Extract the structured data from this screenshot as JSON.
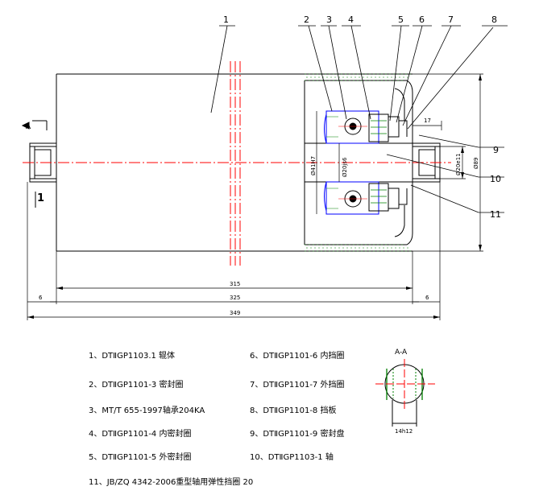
{
  "diagram": {
    "part_numbers": [
      "1",
      "2",
      "3",
      "4",
      "5",
      "6",
      "7",
      "8",
      "9",
      "10",
      "11"
    ],
    "dimensions": {
      "d315": "315",
      "d325": "325",
      "d349": "349",
      "d6_left": "6",
      "d6_right": "6",
      "d17": "17",
      "d_phi41": "Ø41H7",
      "d_phi20js6": "Ø20js6",
      "d_phi20e11": "Ø20e11",
      "d_phi89": "Ø89",
      "d_14h12": "14h12"
    },
    "section_mark_left": "A",
    "section_mark_left_num": "1",
    "section_title": "A-A",
    "colors": {
      "outline": "#000000",
      "center_line": "#ff0000",
      "accent": "#0000ff",
      "hatch": "#008000"
    }
  },
  "parts_list": [
    {
      "text": "1、DTⅡGP1103.1 辊体"
    },
    {
      "text": "2、DTⅡGP1101-3 密封圈"
    },
    {
      "text": "3、MT/T 655-1997轴承204KA"
    },
    {
      "text": "4、DTⅡGP1101-4 内密封圈"
    },
    {
      "text": "5、DTⅡGP1101-5 外密封圈"
    },
    {
      "text": "6、DTⅡGP1101-6 内挡圈"
    },
    {
      "text": "7、DTⅡGP1101-7 外挡圈"
    },
    {
      "text": "8、DTⅡGP1101-8 挡板"
    },
    {
      "text": "9、DTⅡGP1101-9 密封盘"
    },
    {
      "text": "10、DTⅡGP1103-1 轴"
    },
    {
      "text": "11、JB/ZQ 4342-2006重型轴用弹性挡圈 20"
    }
  ]
}
